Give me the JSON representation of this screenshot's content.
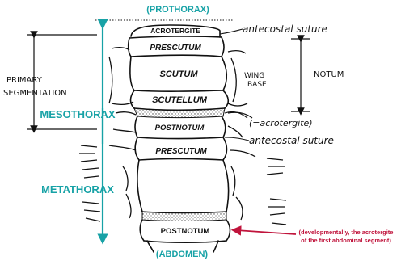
{
  "regions": {
    "top": "(PROTHORAX)",
    "meso": "MESOTHORAX",
    "meta": "METATHORAX",
    "bottom": "(ABDOMEN)"
  },
  "segments": {
    "acrotergite": "ACROTERGITE",
    "prescutum_1": "PRESCUTUM",
    "scutum": "SCUTUM",
    "scutellum": "SCUTELLUM",
    "postnotum_1": "POSTNOTUM",
    "prescutum_2": "PRESCUTUM",
    "postnotum_2": "POSTNOTUM"
  },
  "annotations": {
    "antecostal_1": "antecostal suture",
    "acrotergite_eq": "(=acrotergite)",
    "antecostal_2": "antecostal suture",
    "wing": "WING",
    "base": "BASE",
    "notum": "NOTUM",
    "primary": "PRIMARY",
    "segmentation": "SEGMENTATION",
    "note_line1": "(developmentally, the acrotergite",
    "note_line2": "of the first abdominal segment)"
  },
  "colors": {
    "teal": "#17a2a6",
    "red": "#c0143c",
    "ink": "#111111"
  }
}
